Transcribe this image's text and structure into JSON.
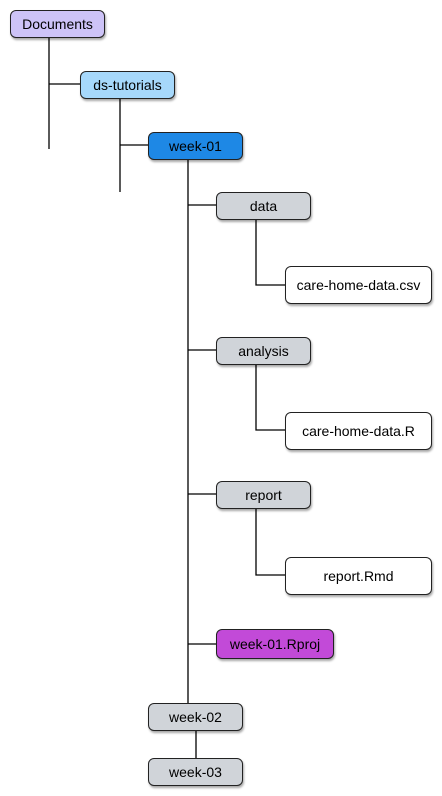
{
  "colors": {
    "root": "#cdc3f7",
    "repo": "#a6d8fb",
    "active_folder": "#1e88e5",
    "folder": "#d0d4d9",
    "file": "#ffffff",
    "rproj": "#c24ad8"
  },
  "nodes": {
    "documents": {
      "label": "Documents",
      "icon": "folder-icon",
      "color_key": "root"
    },
    "ds_tutorials": {
      "label": "ds-tutorials",
      "icon": "folder-icon",
      "color_key": "repo"
    },
    "week_01": {
      "label": "week-01",
      "icon": "folder-icon",
      "color_key": "active_folder"
    },
    "data": {
      "label": "data",
      "icon": "folder-icon",
      "color_key": "folder"
    },
    "care_home_csv": {
      "label": "care-home-data.csv",
      "icon": "file-icon",
      "color_key": "file"
    },
    "analysis": {
      "label": "analysis",
      "icon": "folder-icon",
      "color_key": "folder"
    },
    "care_home_r": {
      "label": "care-home-data.R",
      "icon": "file-icon",
      "color_key": "file"
    },
    "report": {
      "label": "report",
      "icon": "folder-icon",
      "color_key": "folder"
    },
    "report_rmd": {
      "label": "report.Rmd",
      "icon": "file-icon",
      "color_key": "file"
    },
    "week_01_rproj": {
      "label": "week-01.Rproj",
      "icon": "file-icon",
      "color_key": "rproj"
    },
    "week_02": {
      "label": "week-02",
      "icon": "folder-icon",
      "color_key": "folder"
    },
    "week_03": {
      "label": "week-03",
      "icon": "folder-icon",
      "color_key": "folder"
    }
  }
}
